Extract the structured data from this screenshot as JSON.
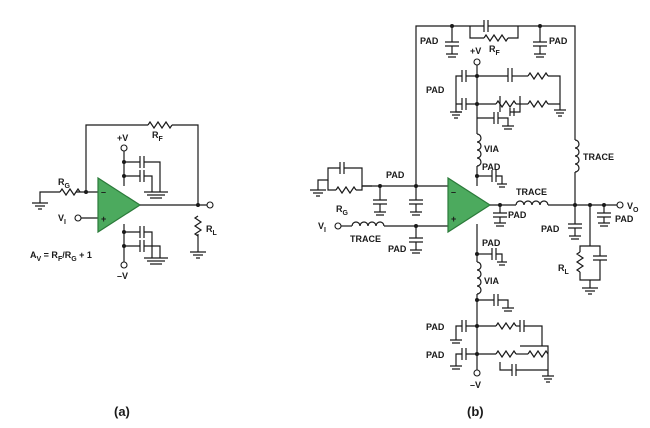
{
  "colors": {
    "opamp_fill": "#4caa5e",
    "opamp_stroke": "#2b7a3a",
    "wire": "#1a1a1a"
  },
  "circuit_a": {
    "caption": "(a)",
    "rf_label": "R",
    "rf_sub": "F",
    "rg_label": "R",
    "rg_sub": "G",
    "rl_label": "R",
    "rl_sub": "L",
    "vi_label": "V",
    "vi_sub": "I",
    "vpos_label": "+V",
    "vneg_label": "–V",
    "minus_sign": "–",
    "plus_sign": "+",
    "gain_av": "A",
    "gain_av_sub": "V",
    "gain_eq": " = R",
    "gain_f": "F",
    "gain_slash": "/R",
    "gain_g": "G",
    "gain_tail": " + 1"
  },
  "circuit_b": {
    "caption": "(b)",
    "pad": "PAD",
    "trace": "TRACE",
    "via": "VIA",
    "rf_label": "R",
    "rf_sub": "F",
    "rg_label": "R",
    "rg_sub": "G",
    "rl_label": "R",
    "rl_sub": "L",
    "vi_label": "V",
    "vi_sub": "I",
    "vo_label": "V",
    "vo_sub": "O",
    "vpos_label": "+V",
    "vneg_label": "–V",
    "minus_sign": "–",
    "plus_sign": "+"
  }
}
